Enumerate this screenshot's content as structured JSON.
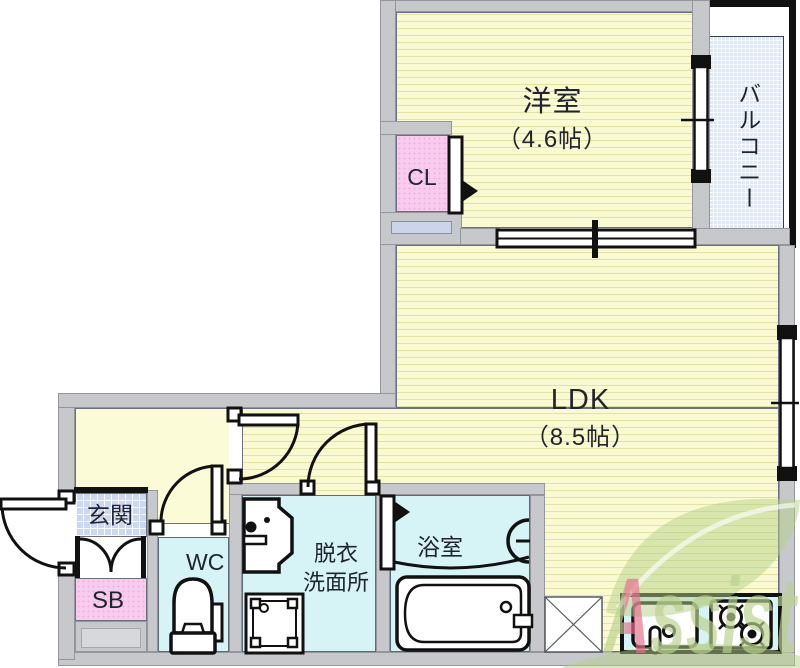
{
  "rooms": {
    "western_room": {
      "label": "洋室",
      "size": "（4.6帖）"
    },
    "ldk": {
      "label": "LDK",
      "size": "（8.5帖）"
    },
    "balcony": {
      "label": "バルコニー"
    },
    "closet": {
      "label": "CL"
    },
    "entrance": {
      "label": "玄関"
    },
    "shoe_box": {
      "label": "SB"
    },
    "toilet": {
      "label": "WC"
    },
    "washroom": {
      "label_line1": "脱衣",
      "label_line2": "洗面所"
    },
    "bathroom": {
      "label": "浴室"
    }
  },
  "watermark": {
    "text": "Assist",
    "green": "#b5cf87",
    "red": "#e4708c"
  },
  "colors": {
    "room_yellow": "#fafad2",
    "stripe": "#e2e2a4",
    "corridor_yellow": "#fbfbd8",
    "wet_area_cyan": "#d6f3f6",
    "closet_pink": "#f9cbee",
    "entrance_blue": "#ccd7f1",
    "balcony_blue": "#dde8f8",
    "wall_gray": "#c6c8cb",
    "line_black": "#111111"
  },
  "icons": {
    "toilet": "toilet-icon",
    "washbasin": "washbasin-icon",
    "washing_machine": "washing-machine-icon",
    "bathtub": "bathtub-icon",
    "kitchen_sink": "kitchen-sink-icon",
    "stove": "stove-burners-icon",
    "refrigerator_space": "refrigerator-space-icon",
    "sliding_door": "sliding-door-icon",
    "windows": "window-icon",
    "swing_doors": "door-swing-icon",
    "leaf": "leaf-logo-icon"
  }
}
